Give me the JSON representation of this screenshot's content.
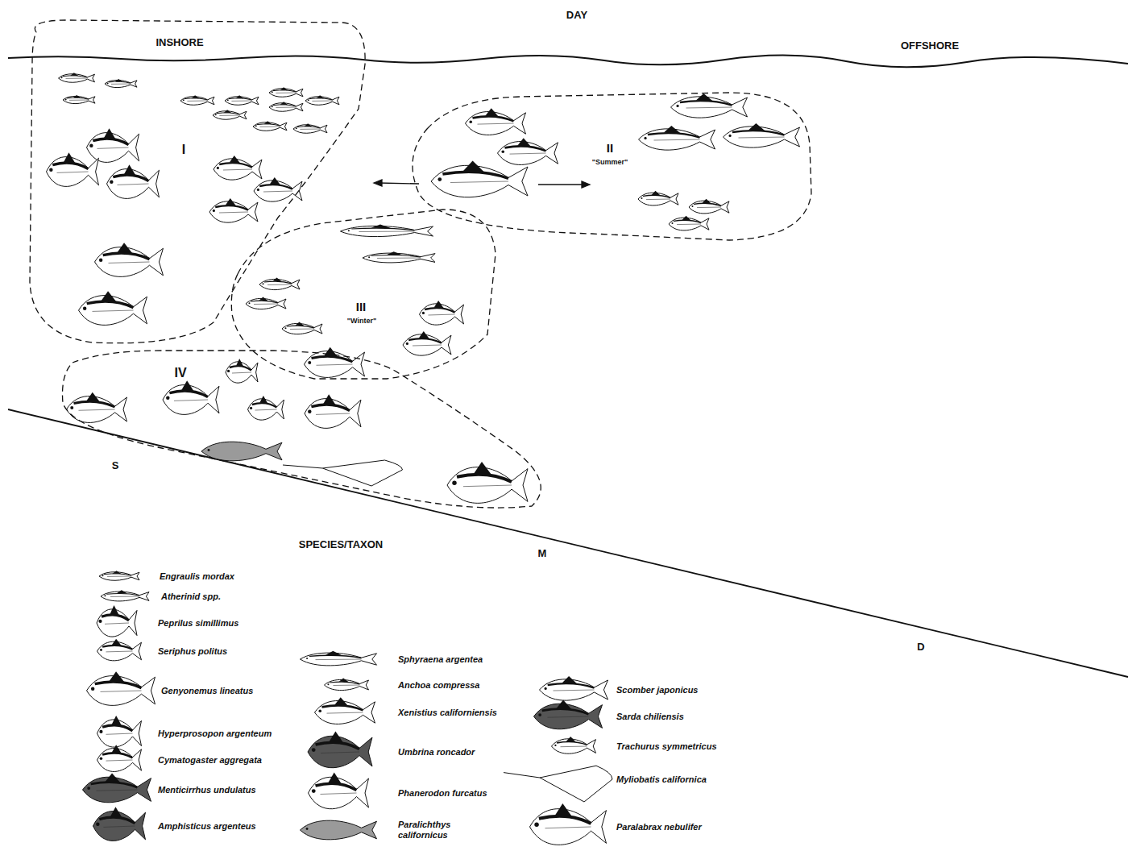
{
  "diagram": {
    "nodes": [
      {
        "text": [
          "I"
        ]
      },
      {
        "text": [
          "II",
          "\"Summer\""
        ]
      },
      {
        "text": [
          "III",
          "\"Winter\""
        ]
      },
      {
        "text": [
          "IV"
        ]
      }
    ],
    "labels": [
      "DAY",
      "INSHORE",
      "OFFSHORE",
      "S",
      "M",
      "D",
      "SPECIES/TAXON"
    ],
    "legend": [
      {
        "text": "Engraulis mordax"
      },
      {
        "text": "Atherinid spp."
      },
      {
        "text": "Peprilus simillimus"
      },
      {
        "text": "Seriphus politus"
      },
      {
        "text": "Genyonemus lineatus"
      },
      {
        "text": "Hyperprosopon argenteum"
      },
      {
        "text": "Cymatogaster aggregata"
      },
      {
        "text": "Menticirrhus undulatus"
      },
      {
        "text": "Amphisticus argenteus"
      },
      {
        "text": "Sphyraena argentea"
      },
      {
        "text": "Anchoa compressa"
      },
      {
        "text": "Xenistius californiensis"
      },
      {
        "text": "Umbrina roncador"
      },
      {
        "text": "Phanerodon furcatus"
      },
      {
        "text": "Paralichthys californicus"
      },
      {
        "text": "Scomber japonicus"
      },
      {
        "text": "Sarda chiliensis"
      },
      {
        "text": "Trachurus symmetricus"
      },
      {
        "text": "Myliobatis californica"
      },
      {
        "text": "Paralabrax nebulifer"
      }
    ]
  }
}
